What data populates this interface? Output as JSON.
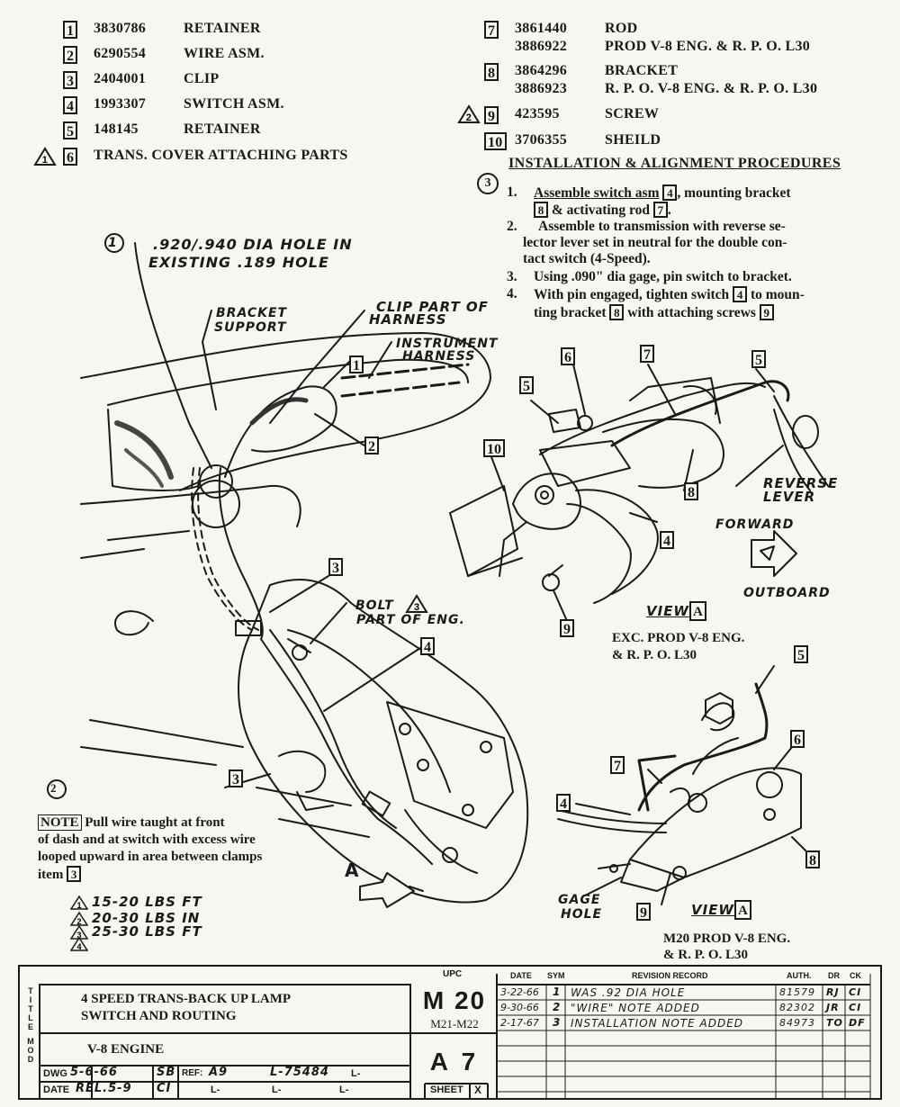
{
  "parts_left": [
    {
      "item": "1",
      "number": "3830786",
      "name": "RETAINER"
    },
    {
      "item": "2",
      "number": "6290554",
      "name": "WIRE ASM."
    },
    {
      "item": "3",
      "number": "2404001",
      "name": "CLIP"
    },
    {
      "item": "4",
      "number": "1993307",
      "name": "SWITCH ASM."
    },
    {
      "item": "5",
      "number": "148145",
      "name": "RETAINER"
    },
    {
      "item": "6",
      "number": "",
      "name": "TRANS. COVER ATTACHING PARTS"
    }
  ],
  "parts_right": [
    {
      "item": "7",
      "number": "3861440",
      "name": "ROD",
      "number2": "3886922",
      "name2": "PROD V-8 ENG. & R. P. O. L30"
    },
    {
      "item": "8",
      "number": "3864296",
      "name": "BRACKET",
      "number2": "3886923",
      "name2": "R. P. O. V-8 ENG. & R. P. O. L30"
    },
    {
      "item": "9",
      "number": "423595",
      "name": "SCREW",
      "triangle": "2"
    },
    {
      "item": "10",
      "number": "3706355",
      "name": "SHEILD"
    }
  ],
  "procedures": {
    "marker": "3",
    "title": "INSTALLATION & ALIGNMENT PROCEDURES",
    "step1_num": "1.",
    "step1a": "Assemble switch asm",
    "step1_box1": "4",
    "step1b": ", mounting bracket",
    "step1_box2": "8",
    "step1c": "& activating rod",
    "step1_box3": "7",
    "step1d": ".",
    "step2_num": "2.",
    "step2a": "Assemble to transmission with reverse se-",
    "step2b": "lector lever set in neutral for the double con-",
    "step2c": "tact switch (4-Speed).",
    "step3_num": "3.",
    "step3": "Using .090\" dia gage, pin switch to bracket.",
    "step4_num": "4.",
    "step4a": "With pin engaged, tighten switch",
    "step4_box1": "4",
    "step4b": "to moun-",
    "step4c": "ting bracket",
    "step4_box2": "8",
    "step4d": "with attaching screws",
    "step4_box3": "9"
  },
  "main_view": {
    "note_marker": "1",
    "hole_note_line1": ".920/.940 DIA HOLE IN",
    "hole_note_line2": "EXISTING .189 HOLE",
    "bracket_support_1": "BRACKET",
    "bracket_support_2": "SUPPORT",
    "clip_part_1": "CLIP PART OF",
    "clip_part_2": "HARNESS",
    "instrument_1": "INSTRUMENT",
    "instrument_2": "HARNESS",
    "bolt_1": "BOLT",
    "bolt_tri": "3",
    "bolt_2": "PART OF ENG.",
    "callout_1": "1",
    "callout_2": "2",
    "callout_3a": "3",
    "callout_3b": "3",
    "callout_4": "4",
    "view_arrow": "A"
  },
  "note": {
    "marker": "2",
    "label": "NOTE",
    "line1": "Pull wire taught at front",
    "line2": "of dash and at switch with excess wire",
    "line3": "looped upward in area between clamps",
    "line4": "item",
    "box": "3"
  },
  "torques": [
    {
      "tri": "1",
      "text": "15-20 LBS FT"
    },
    {
      "tri": "2",
      "text": "20-30 LBS IN"
    },
    {
      "tri": "3",
      "text": "25-30 LBS FT"
    },
    {
      "tri": "4",
      "text": ""
    }
  ],
  "view_upper": {
    "c5a": "5",
    "c6": "6",
    "c7": "7",
    "c5b": "5",
    "c10": "10",
    "c8": "8",
    "c4": "4",
    "c9": "9",
    "reverse_1": "REVERSE",
    "reverse_2": "LEVER",
    "forward": "FORWARD",
    "outboard": "OUTBOARD",
    "view_label": "VIEW",
    "view_letter": "A",
    "caption1": "EXC. PROD V-8 ENG.",
    "caption2": "& R. P. O. L30"
  },
  "view_lower": {
    "c5": "5",
    "c6": "6",
    "c7": "7",
    "c4": "4",
    "c8": "8",
    "c9": "9",
    "gage_1": "GAGE",
    "gage_2": "HOLE",
    "view_label": "VIEW",
    "view_letter": "A",
    "caption1": "M20 PROD V-8 ENG.",
    "caption2": "& R. P. O. L30"
  },
  "title_block": {
    "upc_label": "UPC",
    "date_label": "DATE",
    "sym_label": "SYM",
    "revision_label": "REVISION RECORD",
    "auth_label": "AUTH.",
    "dr_label": "DR",
    "ck_label": "CK",
    "title_letters": [
      "T",
      "I",
      "T",
      "L",
      "E"
    ],
    "title_line1": "4 SPEED TRANS-BACK UP LAMP",
    "title_line2": "SWITCH AND ROUTING",
    "model_letters": [
      "M",
      "O",
      "D"
    ],
    "model": "V-8 ENGINE",
    "upc_code": "M 20",
    "upc_sub": "M21-M22",
    "sheet_code": "A 7",
    "sheet_label": "SHEET",
    "sheet_x": "X",
    "dwg_label": "DWG",
    "dwg_date": "5-6-66",
    "dwg_init": "SB",
    "ref_label": "REF:",
    "ref_val": "A9",
    "l_num": "L-75484",
    "l_dash": "L-",
    "date_label2": "DATE",
    "date_val": "REL.5-9",
    "date_init": "CI",
    "l_a": "L-",
    "l_b": "L-",
    "l_c": "L-",
    "revisions": [
      {
        "date": "3-22-66",
        "sym": "1",
        "text": "WAS .92 DIA HOLE",
        "auth": "81579",
        "dr": "RJ",
        "ck": "CI"
      },
      {
        "date": "9-30-66",
        "sym": "2",
        "text": "\"WIRE\" NOTE ADDED",
        "auth": "82302",
        "dr": "JR",
        "ck": "CI"
      },
      {
        "date": "2-17-67",
        "sym": "3",
        "text": "INSTALLATION NOTE ADDED",
        "auth": "84973",
        "dr": "TO",
        "ck": "DF"
      }
    ]
  }
}
